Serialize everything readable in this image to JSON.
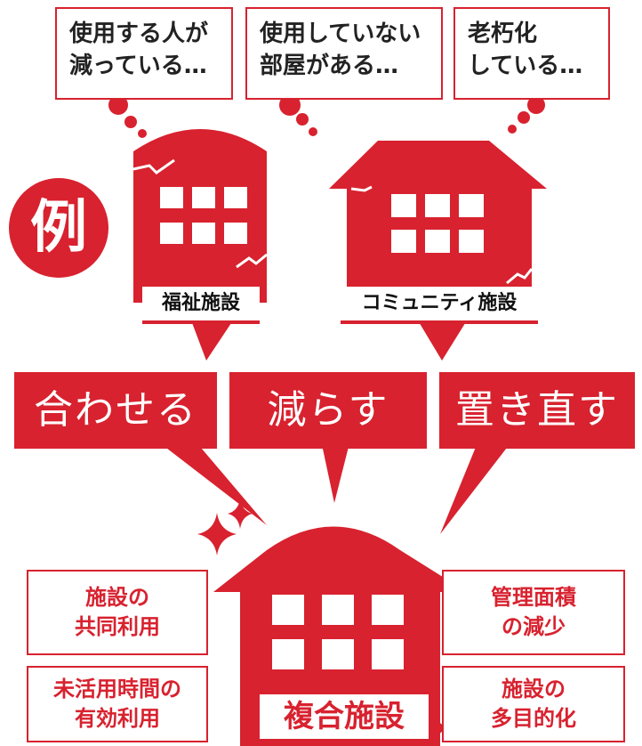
{
  "title_badge": "例",
  "problems": [
    {
      "line1": "使用する人が",
      "line2": "減っている…"
    },
    {
      "line1": "使用していない",
      "line2": "部屋がある…"
    },
    {
      "line1": "老朽化",
      "line2": "している…"
    }
  ],
  "facilities": [
    {
      "label": "福祉施設"
    },
    {
      "label": "コミュニティ施設"
    }
  ],
  "actions": [
    {
      "label": "合わせる"
    },
    {
      "label": "減らす"
    },
    {
      "label": "置き直す"
    }
  ],
  "composite": {
    "label": "複合施設"
  },
  "benefits": [
    {
      "line1": "施設の",
      "line2": "共同利用"
    },
    {
      "line1": "管理面積",
      "line2": "の減少"
    },
    {
      "line1": "未活用時間の",
      "line2": "有効利用"
    },
    {
      "line1": "施設の",
      "line2": "多目的化"
    }
  ],
  "colors": {
    "accent": "#d8222f",
    "text": "#222222",
    "background": "#ffffff"
  }
}
